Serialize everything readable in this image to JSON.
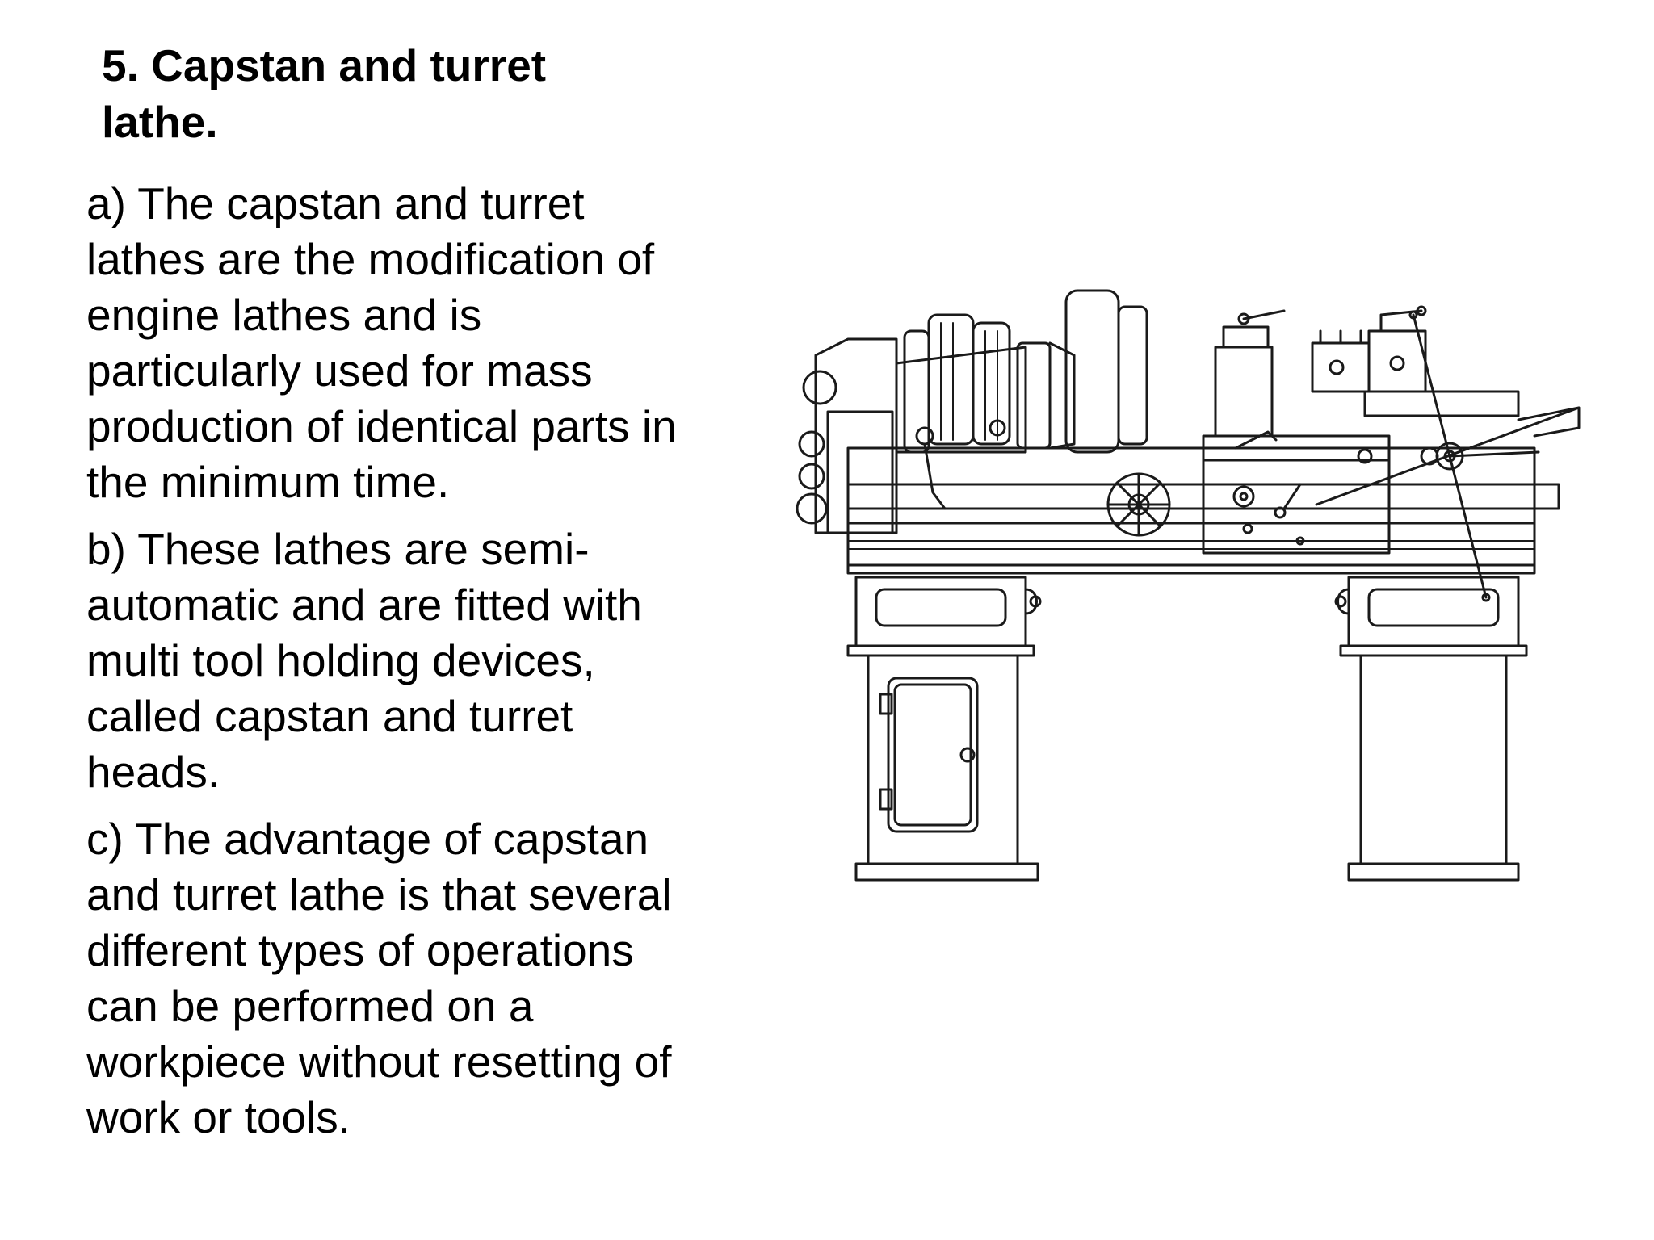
{
  "slide": {
    "title_lines": [
      "5. Capstan and turret",
      "lathe."
    ],
    "paragraphs": [
      {
        "lines": [
          "a) The capstan and turret",
          "lathes are the modification of",
          "engine lathes and is",
          "particularly used for mass",
          "production of identical parts in",
          "the minimum time."
        ]
      },
      {
        "lines": [
          "b) These lathes are semi-",
          "automatic and are fitted with",
          "multi tool holding devices,",
          "called capstan and turret",
          "heads."
        ]
      },
      {
        "lines": [
          "c) The advantage of capstan",
          "and turret lathe is that several",
          "different types of operations",
          "can be performed on a",
          "workpiece without resetting of",
          "work or tools."
        ]
      }
    ],
    "figure": {
      "icon": "lathe-machine-illustration",
      "ink_color": "#1a1a1a"
    }
  }
}
